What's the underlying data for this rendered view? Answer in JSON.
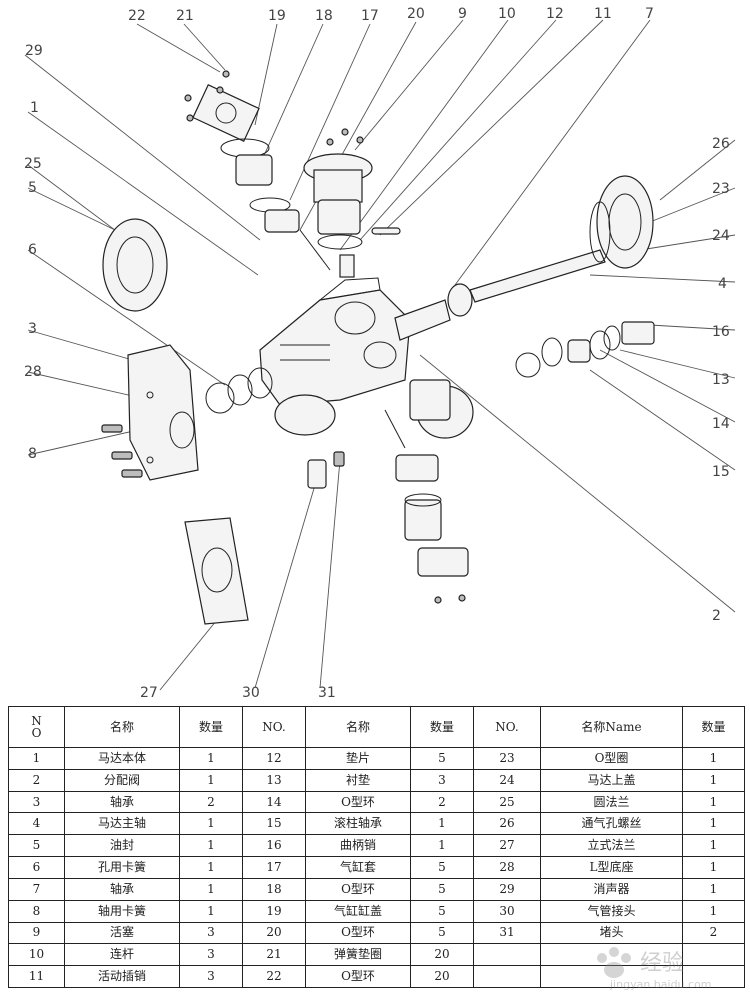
{
  "callouts": [
    "22",
    "21",
    "19",
    "18",
    "17",
    "20",
    "9",
    "10",
    "12",
    "11",
    "7",
    "29",
    "1",
    "25",
    "5",
    "6",
    "3",
    "28",
    "8",
    "26",
    "23",
    "24",
    "4",
    "16",
    "13",
    "14",
    "15",
    "2",
    "27",
    "30",
    "31"
  ],
  "table": {
    "headers": [
      "N\nO",
      "名称",
      "数量",
      "NO.",
      "名称",
      "数量",
      "NO.",
      "名称Name",
      "数量"
    ],
    "rows": [
      [
        "1",
        "马达本体",
        "1",
        "12",
        "垫片",
        "5",
        "23",
        "O型圈",
        "1"
      ],
      [
        "2",
        "分配阀",
        "1",
        "13",
        "衬垫",
        "3",
        "24",
        "马达上盖",
        "1"
      ],
      [
        "3",
        "轴承",
        "2",
        "14",
        "O型环",
        "2",
        "25",
        "圆法兰",
        "1"
      ],
      [
        "4",
        "马达主轴",
        "1",
        "15",
        "滚柱轴承",
        "1",
        "26",
        "通气孔螺丝",
        "1"
      ],
      [
        "5",
        "油封",
        "1",
        "16",
        "曲柄销",
        "1",
        "27",
        "立式法兰",
        "1"
      ],
      [
        "6",
        "孔用卡簧",
        "1",
        "17",
        "气缸套",
        "5",
        "28",
        "L型底座",
        "1"
      ],
      [
        "7",
        "轴承",
        "1",
        "18",
        "O型环",
        "5",
        "29",
        "消声器",
        "1"
      ],
      [
        "8",
        "轴用卡簧",
        "1",
        "19",
        "气缸缸盖",
        "5",
        "30",
        "气管接头",
        "1"
      ],
      [
        "9",
        "活塞",
        "3",
        "20",
        "O型环",
        "5",
        "31",
        "堵头",
        "2"
      ],
      [
        "10",
        "连杆",
        "3",
        "21",
        "弹簧垫圈",
        "20",
        "",
        "",
        ""
      ],
      [
        "11",
        "活动插销",
        "3",
        "22",
        "O型环",
        "20",
        "",
        "",
        ""
      ]
    ]
  },
  "watermark": {
    "text": "经验",
    "url": "jingyan.baidu.com"
  }
}
